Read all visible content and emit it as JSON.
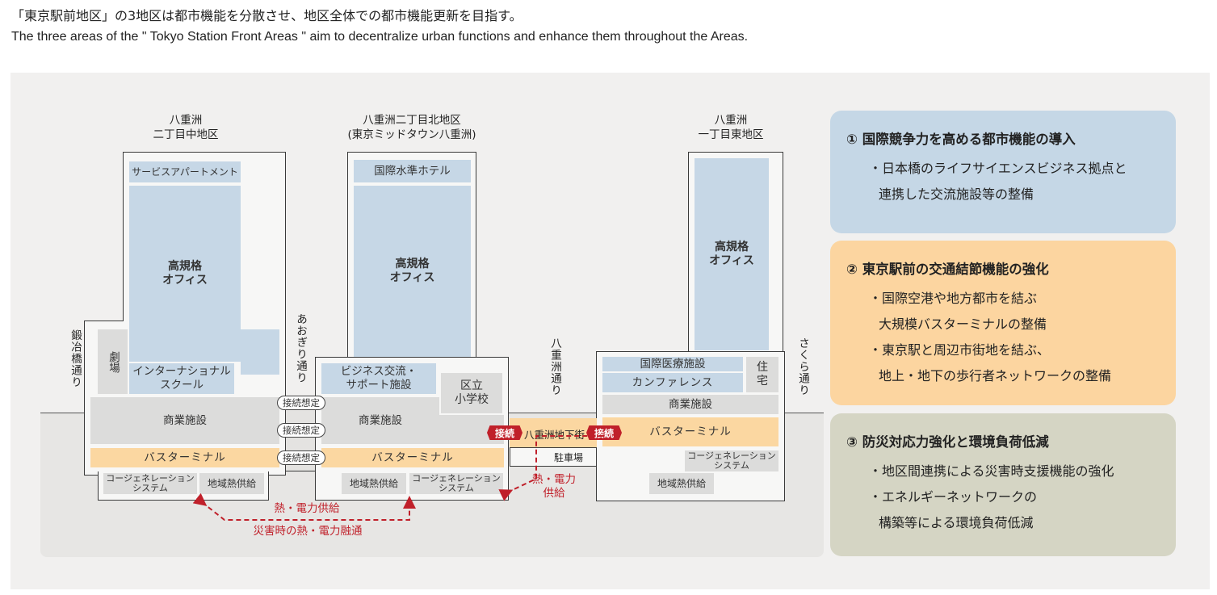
{
  "caption": {
    "ja": "「東京駅前地区」の3地区は都市機能を分散させ、地区全体での都市機能更新を目指す。",
    "en": "The three areas of the \" Tokyo Station Front Areas \" aim to decentralize urban functions and enhance them throughout the Areas."
  },
  "areas": {
    "left": {
      "name1": "八重洲",
      "name2": "二丁目中地区"
    },
    "mid": {
      "name1": "八重洲二丁目北地区",
      "name2": "(東京ミッドタウン八重洲)"
    },
    "right": {
      "name1": "八重洲",
      "name2": "一丁目東地区"
    }
  },
  "streets": {
    "kajibashi": "鍛冶橋通り",
    "aogiri": "あおぎり通り",
    "yaesu": "八重洲通り",
    "sakura": "さくら通り"
  },
  "left_building": {
    "apartment": "サービスアパートメント",
    "office": "高規格\nオフィス",
    "theater": "劇場",
    "school": "インターナショナル\nスクール",
    "commercial": "商業施設",
    "bus": "バスターミナル",
    "cogen": "コージェネレーション\nシステム",
    "heat": "地域熱供給"
  },
  "mid_building": {
    "hotel": "国際水準ホテル",
    "office": "高規格\nオフィス",
    "biz": "ビジネス交流・\nサポート施設",
    "school": "区立\n小学校",
    "commercial": "商業施設",
    "bus": "バスターミナル",
    "heat": "地域熱供給",
    "cogen": "コージェネレーション\nシステム"
  },
  "right_building": {
    "office": "高規格\nオフィス",
    "medical": "国際医療施設",
    "conference": "カンファレンス",
    "housing": "住\n宅",
    "commercial": "商業施設",
    "bus": "バスターミナル",
    "cogen": "コージェネレーション\nシステム",
    "heat": "地域熱供給"
  },
  "connectors": {
    "planned": "接続想定",
    "connect": "接続",
    "underground": "八重洲地下街",
    "parking": "駐車場"
  },
  "energy": {
    "supply": "熱・電力供給",
    "interchange": "災害時の熱・電力融通",
    "supply_short": "熱・電力\n供給"
  },
  "cards": [
    {
      "title": "① 国際競争力を高める都市機能の導入",
      "items": [
        "・日本橋のライフサイエンスビジネス拠点と",
        "連携した交流施設等の整備"
      ],
      "color": "#c5d7e6"
    },
    {
      "title": "② 東京駅前の交通結節機能の強化",
      "items": [
        "・国際空港や地方都市を結ぶ",
        "大規模バスターミナルの整備",
        "・東京駅と周辺市街地を結ぶ、",
        "地上・地下の歩行者ネットワークの整備"
      ],
      "color": "#fcd5a0"
    },
    {
      "title": "③ 防災対応力強化と環境負荷低減",
      "items": [
        "・地区間連携による災害時支援機能の強化",
        "・エネルギーネットワークの",
        "構築等による環境負荷低減"
      ],
      "color": "#d5d5c4"
    }
  ],
  "colors": {
    "office_blue": "#c6d7e6",
    "bus_orange": "#fbd7a1",
    "accent_red": "#c0202a"
  }
}
